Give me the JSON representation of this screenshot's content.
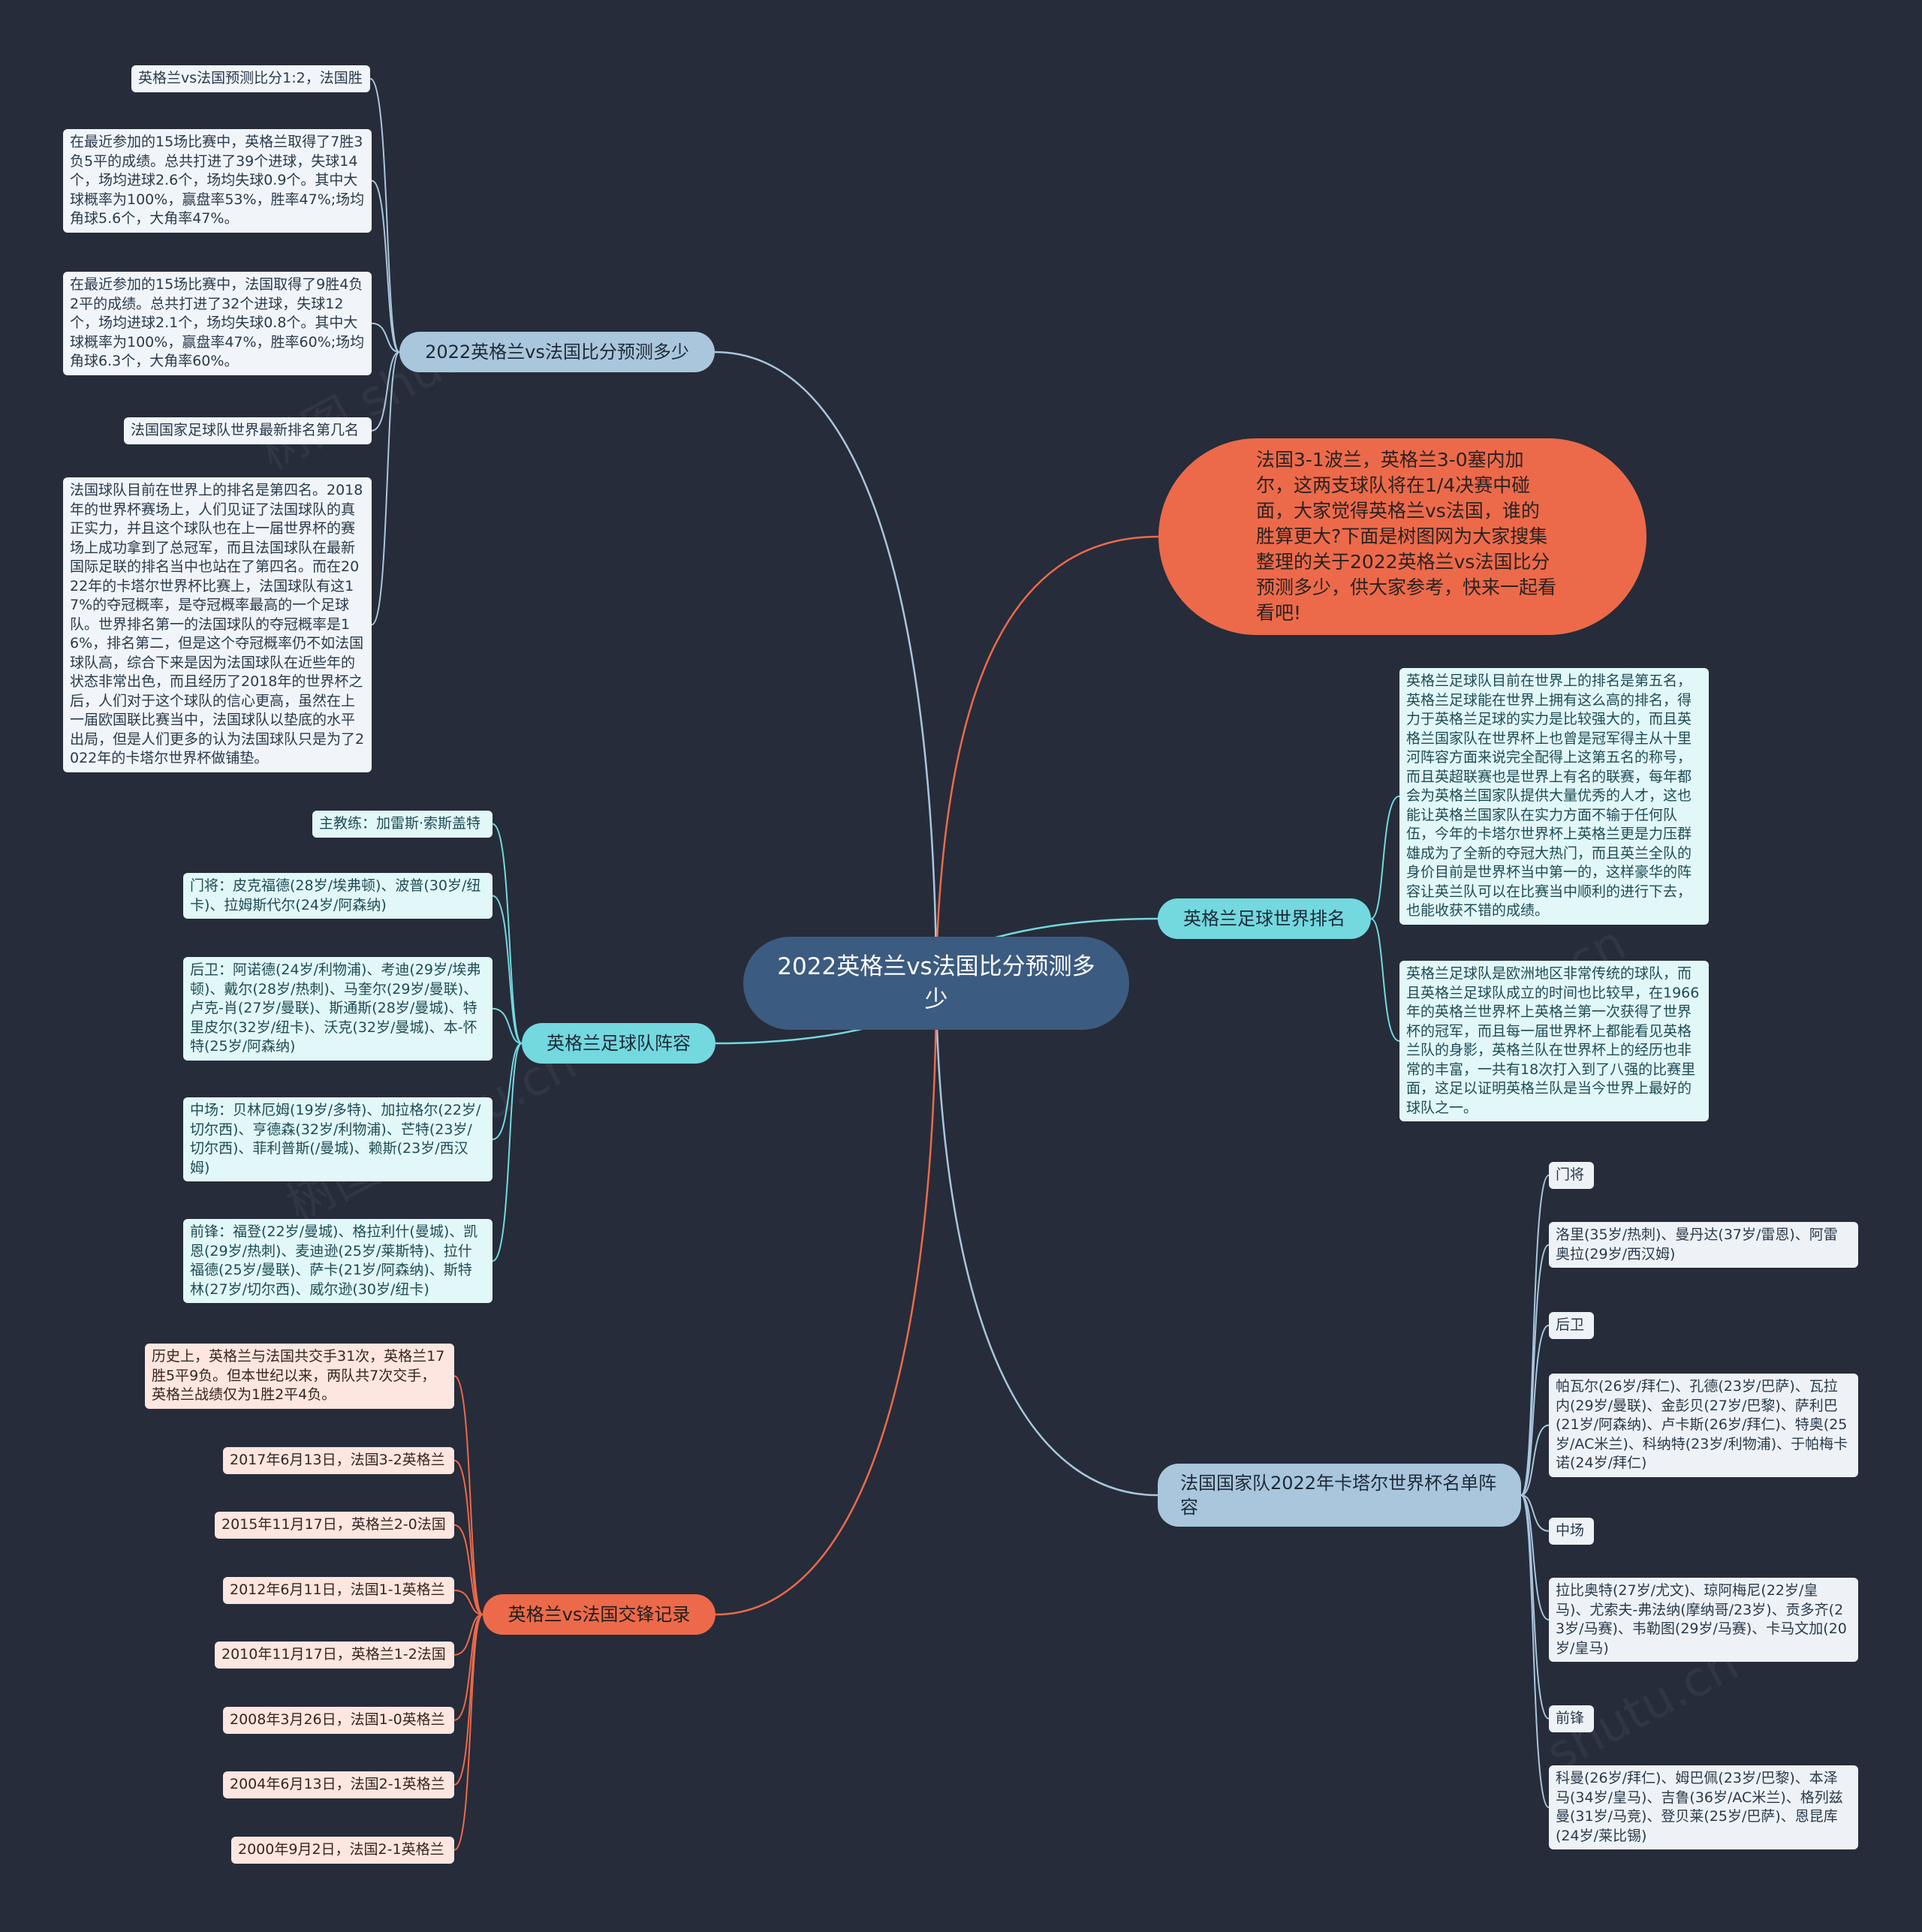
{
  "center": {
    "title": "2022英格兰vs法国比分预测多少"
  },
  "intro": {
    "text": "法国3-1波兰，英格兰3-0塞内加尔，这两支球队将在1/4决赛中碰面，大家觉得英格兰vs法国，谁的胜算更大?下面是树图网为大家搜集整理的关于2022英格兰vs法国比分预测多少，供大家参考，快来一起看看吧!"
  },
  "branches": {
    "prediction": {
      "label": "2022英格兰vs法国比分预测多少",
      "leaves": [
        "英格兰vs法国预测比分1:2，法国胜",
        "在最近参加的15场比赛中，英格兰取得了7胜3负5平的成绩。总共打进了39个进球，失球14个，场均进球2.6个，场均失球0.9个。其中大球概率为100%，赢盘率53%，胜率47%;场均角球5.6个，大角率47%。",
        "在最近参加的15场比赛中，法国取得了9胜4负2平的成绩。总共打进了32个进球，失球12个，场均进球2.1个，场均失球0.8个。其中大球概率为100%，赢盘率47%，胜率60%;场均角球6.3个，大角率60%。",
        "法国国家足球队世界最新排名第几名",
        "法国球队目前在世界上的排名是第四名。2018年的世界杯赛场上，人们见证了法国球队的真正实力，并且这个球队也在上一届世界杯的赛场上成功拿到了总冠军，而且法国球队在最新国际足联的排名当中也站在了第四名。而在2022年的卡塔尔世界杯比赛上，法国球队有这17%的夺冠概率，是夺冠概率最高的一个足球队。世界排名第一的法国球队的夺冠概率是16%，排名第二，但是这个夺冠概率仍不如法国球队高，综合下来是因为法国球队在近些年的状态非常出色，而且经历了2018年的世界杯之后，人们对于这个球队的信心更高，虽然在上一届欧国联比赛当中，法国球队以垫底的水平出局，但是人们更多的认为法国球队只是为了2022年的卡塔尔世界杯做铺垫。"
      ]
    },
    "england_squad": {
      "label": "英格兰足球队阵容",
      "leaves": [
        "主教练：加雷斯·索斯盖特",
        "门将：皮克福德(28岁/埃弗顿)、波普(30岁/纽卡)、拉姆斯代尔(24岁/阿森纳)",
        "后卫：阿诺德(24岁/利物浦)、考迪(29岁/埃弗顿)、戴尔(28岁/热刺)、马奎尔(29岁/曼联)、卢克-肖(27岁/曼联)、斯通斯(28岁/曼城)、特里皮尔(32岁/纽卡)、沃克(32岁/曼城)、本-怀特(25岁/阿森纳)",
        "中场：贝林厄姆(19岁/多特)、加拉格尔(22岁/切尔西)、亨德森(32岁/利物浦)、芒特(23岁/切尔西)、菲利普斯(/曼城)、赖斯(23岁/西汉姆)",
        "前锋：福登(22岁/曼城)、格拉利什(曼城)、凯恩(29岁/热刺)、麦迪逊(25岁/莱斯特)、拉什福德(25岁/曼联)、萨卡(21岁/阿森纳)、斯特林(27岁/切尔西)、威尔逊(30岁/纽卡)"
      ]
    },
    "history": {
      "label": "英格兰vs法国交锋记录",
      "leaves": [
        "历史上，英格兰与法国共交手31次，英格兰17胜5平9负。但本世纪以来，两队共7次交手，英格兰战绩仅为1胜2平4负。",
        "2017年6月13日，法国3-2英格兰",
        "2015年11月17日，英格兰2-0法国",
        "2012年6月11日，法国1-1英格兰",
        "2010年11月17日，英格兰1-2法国",
        "2008年3月26日，法国1-0英格兰",
        "2004年6月13日，法国2-1英格兰",
        "2000年9月2日，法国2-1英格兰"
      ]
    },
    "england_rank": {
      "label": "英格兰足球世界排名",
      "leaves": [
        "英格兰足球队目前在世界上的排名是第五名，英格兰足球能在世界上拥有这么高的排名，得力于英格兰足球的实力是比较强大的，而且英格兰国家队在世界杯上也曾是冠军得主从十里河阵容方面来说完全配得上这第五名的称号，而且英超联赛也是世界上有名的联赛，每年都会为英格兰国家队提供大量优秀的人才，这也能让英格兰国家队在实力方面不输于任何队伍，今年的卡塔尔世界杯上英格兰更是力压群雄成为了全新的夺冠大热门，而且英兰全队的身价目前是世界杯当中第一的，这样豪华的阵容让英兰队可以在比赛当中顺利的进行下去，也能收获不错的成绩。",
        "英格兰足球队是欧洲地区非常传统的球队，而且英格兰足球队成立的时间也比较早，在1966年的英格兰世界杯上英格兰第一次获得了世界杯的冠军，而且每一届世界杯上都能看见英格兰队的身影，英格兰队在世界杯上的经历也非常的丰富，一共有18次打入到了八强的比赛里面，这足以证明英格兰队是当今世界上最好的球队之一。"
      ]
    },
    "france_squad": {
      "label": "法国国家队2022年卡塔尔世界杯名单阵容",
      "leaves": [
        "门将",
        "洛里(35岁/热刺)、曼丹达(37岁/雷恩)、阿雷奥拉(29岁/西汉姆)",
        "后卫",
        "帕瓦尔(26岁/拜仁)、孔德(23岁/巴萨)、瓦拉内(29岁/曼联)、金彭贝(27岁/巴黎)、萨利巴(21岁/阿森纳)、卢卡斯(26岁/拜仁)、特奥(25岁/AC米兰)、科纳特(23岁/利物浦)、于帕梅卡诺(24岁/拜仁)",
        "中场",
        "拉比奥特(27岁/尤文)、琼阿梅尼(22岁/皇马)、尤索夫-弗法纳(摩纳哥/23岁)、贡多齐(23岁/马赛)、韦勒图(29岁/马赛)、卡马文加(20岁/皇马)",
        "前锋",
        "科曼(26岁/拜仁)、姆巴佩(23岁/巴黎)、本泽马(34岁/皇马)、吉鲁(36岁/AC米兰)、格列兹曼(31岁/马竞)、登贝莱(25岁/巴萨)、恩昆库(24岁/莱比锡)"
      ]
    }
  },
  "colors": {
    "background": "#262c3a",
    "center": "#3c5b80",
    "blue_branch": "#a9c6dc",
    "cyan_branch": "#74d8df",
    "orange_branch": "#ec6a4a"
  }
}
